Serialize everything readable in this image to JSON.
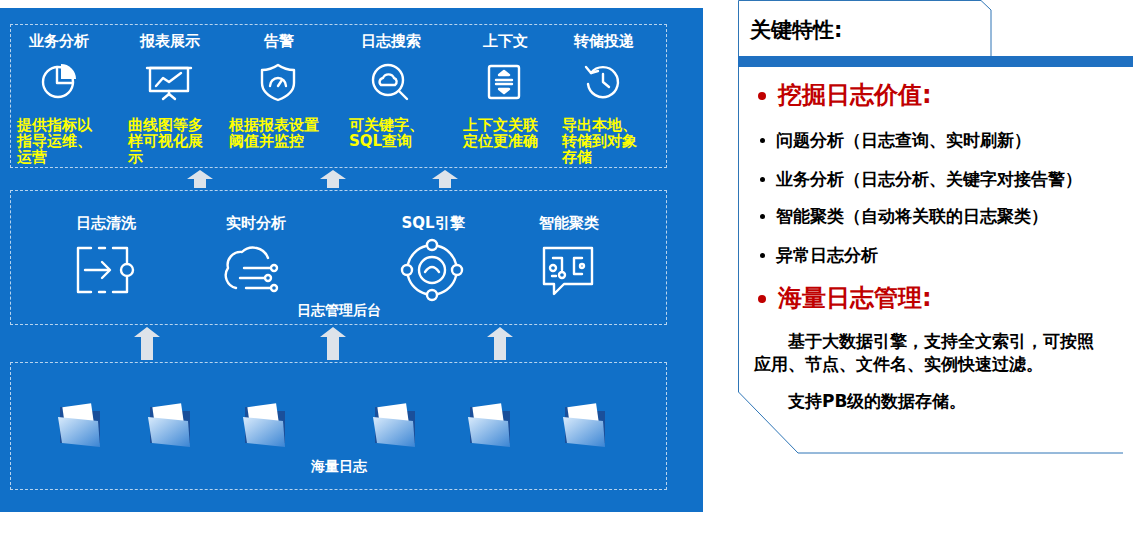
{
  "diagram": {
    "nodes": [
      {
        "text": []
      },
      {
        "text": [
          "业务分析",
          "提供指标以指导运维、运营"
        ],
        "in": 0
      },
      {
        "text": [
          "报表展示",
          "曲线图等多样可视化展示"
        ],
        "in": 0
      },
      {
        "text": [
          "告警",
          "根据报表设置阈值并监控"
        ],
        "in": 0
      },
      {
        "text": [
          "日志搜索",
          "可关键字、SQL查询"
        ],
        "in": 0
      },
      {
        "text": [
          "上下文",
          "上下文关联定位更准确"
        ],
        "in": 0
      },
      {
        "text": [
          "转储投递",
          "导出本地、转储到对象存储"
        ],
        "in": 0
      },
      {
        "text": [
          "日志管理后台"
        ]
      },
      {
        "text": [
          "日志清洗"
        ],
        "in": 7
      },
      {
        "text": [
          "实时分析"
        ],
        "in": 7
      },
      {
        "text": [
          "SQL引擎"
        ],
        "in": 7
      },
      {
        "text": [
          "智能聚类"
        ],
        "in": 7
      },
      {
        "text": [
          "海量日志"
        ]
      },
      {
        "text": [
          "关键特性:",
          "挖掘日志价值:",
          "问题分析（日志查询、实时刷新）",
          "业务分析（日志分析、关键字对接告警）",
          "智能聚类（自动将关联的日志聚类）",
          "异常日志分析",
          "海量日志管理:",
          "基于大数据引擎，支持全文索引，可按照应用、节点、文件名、实例快速过滤。",
          "支持PB级的数据存储。"
        ]
      }
    ],
    "edges": [
      {
        "from": 12,
        "to": 7,
        "arrow": "to"
      },
      {
        "from": 12,
        "to": 7,
        "arrow": "to"
      },
      {
        "from": 12,
        "to": 7,
        "arrow": "to"
      },
      {
        "from": 7,
        "to": 0,
        "arrow": "to"
      },
      {
        "from": 7,
        "to": 0,
        "arrow": "to"
      },
      {
        "from": 7,
        "to": 0,
        "arrow": "to"
      }
    ]
  }
}
